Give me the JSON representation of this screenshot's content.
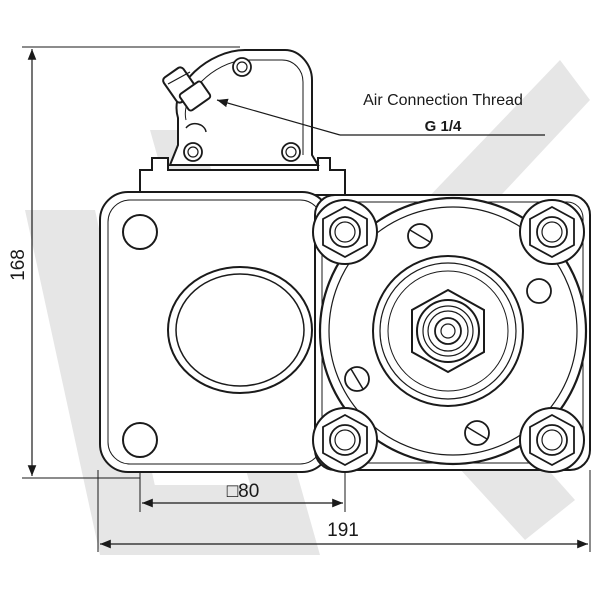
{
  "annotation": {
    "line1": "Air Connection Thread",
    "line2": "G 1/4"
  },
  "dimensions": {
    "height": "168",
    "flange_square": "□80",
    "width": "191"
  },
  "watermark_text": "LK",
  "colors": {
    "line": "#1a1a1a",
    "watermark": "#e6e6e6",
    "background": "#ffffff"
  }
}
